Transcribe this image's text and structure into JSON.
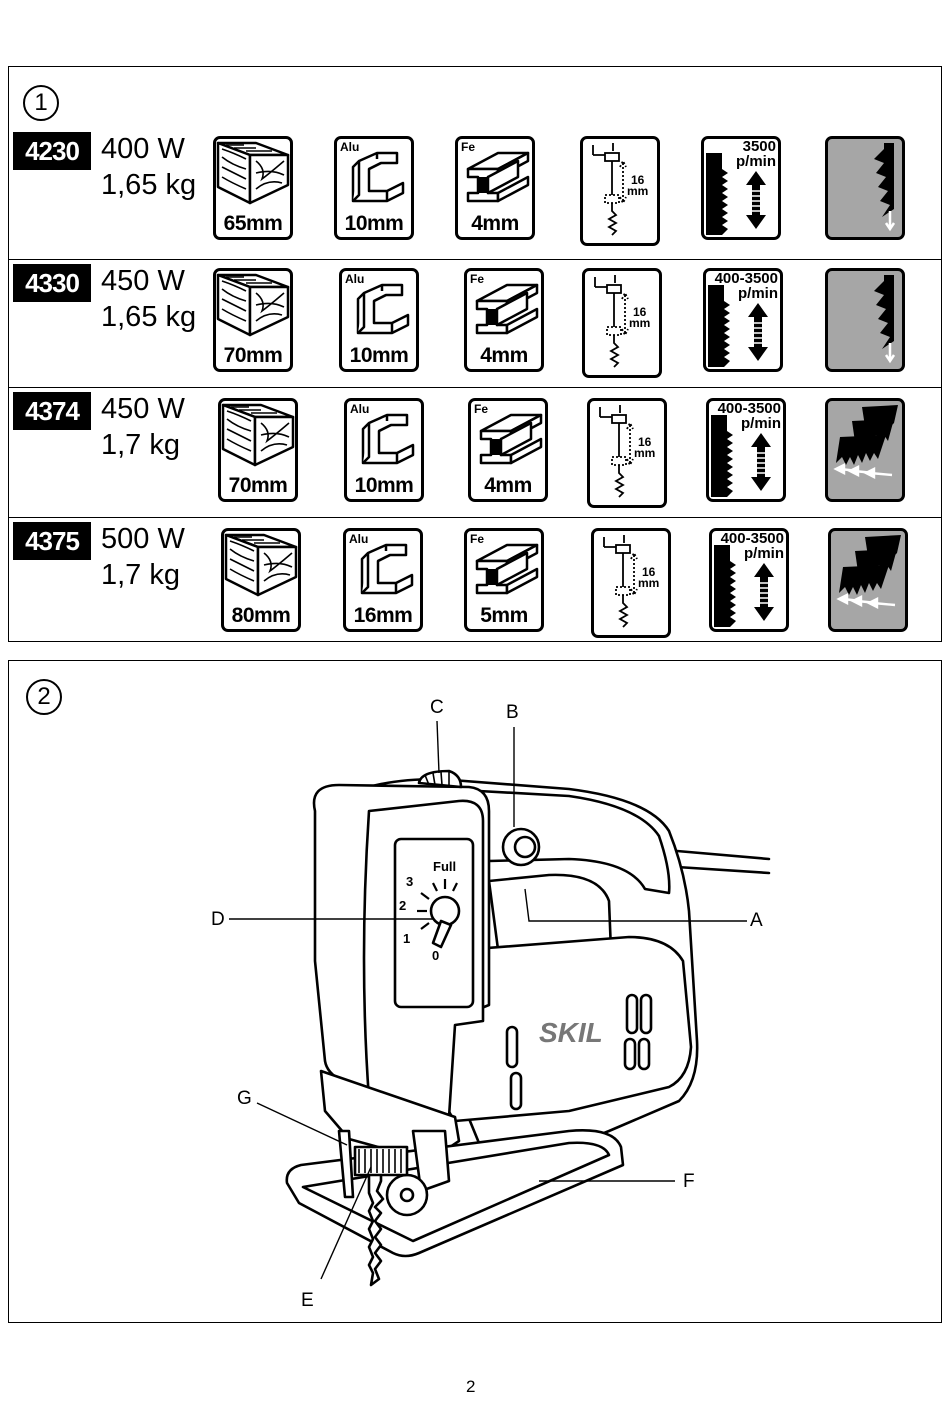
{
  "figure1": {
    "number": "1",
    "rows": [
      {
        "model": "4230",
        "power": "400 W",
        "weight": "1,65 kg",
        "wood": "65mm",
        "alu": "10mm",
        "steel": "4mm",
        "stroke_value": "16",
        "stroke_unit": "mm",
        "speed_value": "3500",
        "speed_unit": "p/min",
        "feature": "blade-change-icon"
      },
      {
        "model": "4330",
        "power": "450 W",
        "weight": "1,65 kg",
        "wood": "70mm",
        "alu": "10mm",
        "steel": "4mm",
        "stroke_value": "16",
        "stroke_unit": "mm",
        "speed_value": "400-3500",
        "speed_unit": "p/min",
        "feature": "blade-change-icon"
      },
      {
        "model": "4374",
        "power": "450 W",
        "weight": "1,7 kg",
        "wood": "70mm",
        "alu": "10mm",
        "steel": "4mm",
        "stroke_value": "16",
        "stroke_unit": "mm",
        "speed_value": "400-3500",
        "speed_unit": "p/min",
        "feature": "dust-blower-icon"
      },
      {
        "model": "4375",
        "power": "500 W",
        "weight": "1,7 kg",
        "wood": "80mm",
        "alu": "16mm",
        "steel": "5mm",
        "stroke_value": "16",
        "stroke_unit": "mm",
        "speed_value": "400-3500",
        "speed_unit": "p/min",
        "feature": "dust-blower-icon"
      }
    ],
    "alu_tag": "Alu",
    "steel_tag": "Fe",
    "colors": {
      "feature_bg": "#a6a6a6",
      "ink": "#000000"
    }
  },
  "figure2": {
    "number": "2",
    "callouts": {
      "A": "A",
      "B": "B",
      "C": "C",
      "D": "D",
      "E": "E",
      "F": "F",
      "G": "G"
    },
    "dial": {
      "top": "Full",
      "n3": "3",
      "n2": "2",
      "n1": "1",
      "n0": "0"
    },
    "brand": "SKIL"
  },
  "page_number": "2"
}
